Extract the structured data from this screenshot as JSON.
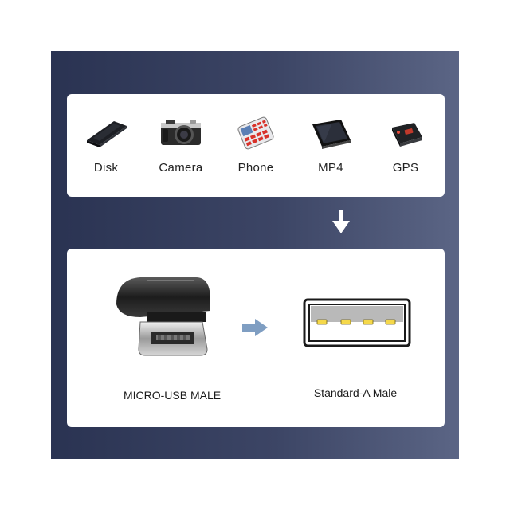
{
  "devices": [
    {
      "label": "Disk",
      "icon": "disk-icon"
    },
    {
      "label": "Camera",
      "icon": "camera-icon"
    },
    {
      "label": "Phone",
      "icon": "phone-icon"
    },
    {
      "label": "MP4",
      "icon": "mp4-player-icon"
    },
    {
      "label": "GPS",
      "icon": "gps-icon"
    }
  ],
  "connectors": {
    "left_label": "MICRO-USB MALE",
    "right_label": "Standard-A Male"
  },
  "colors": {
    "panel_dark": "#2a3352",
    "panel_light": "#5b6585",
    "arrow_blue": "#7f9ec2",
    "pin_gold": "#f5d84a"
  }
}
